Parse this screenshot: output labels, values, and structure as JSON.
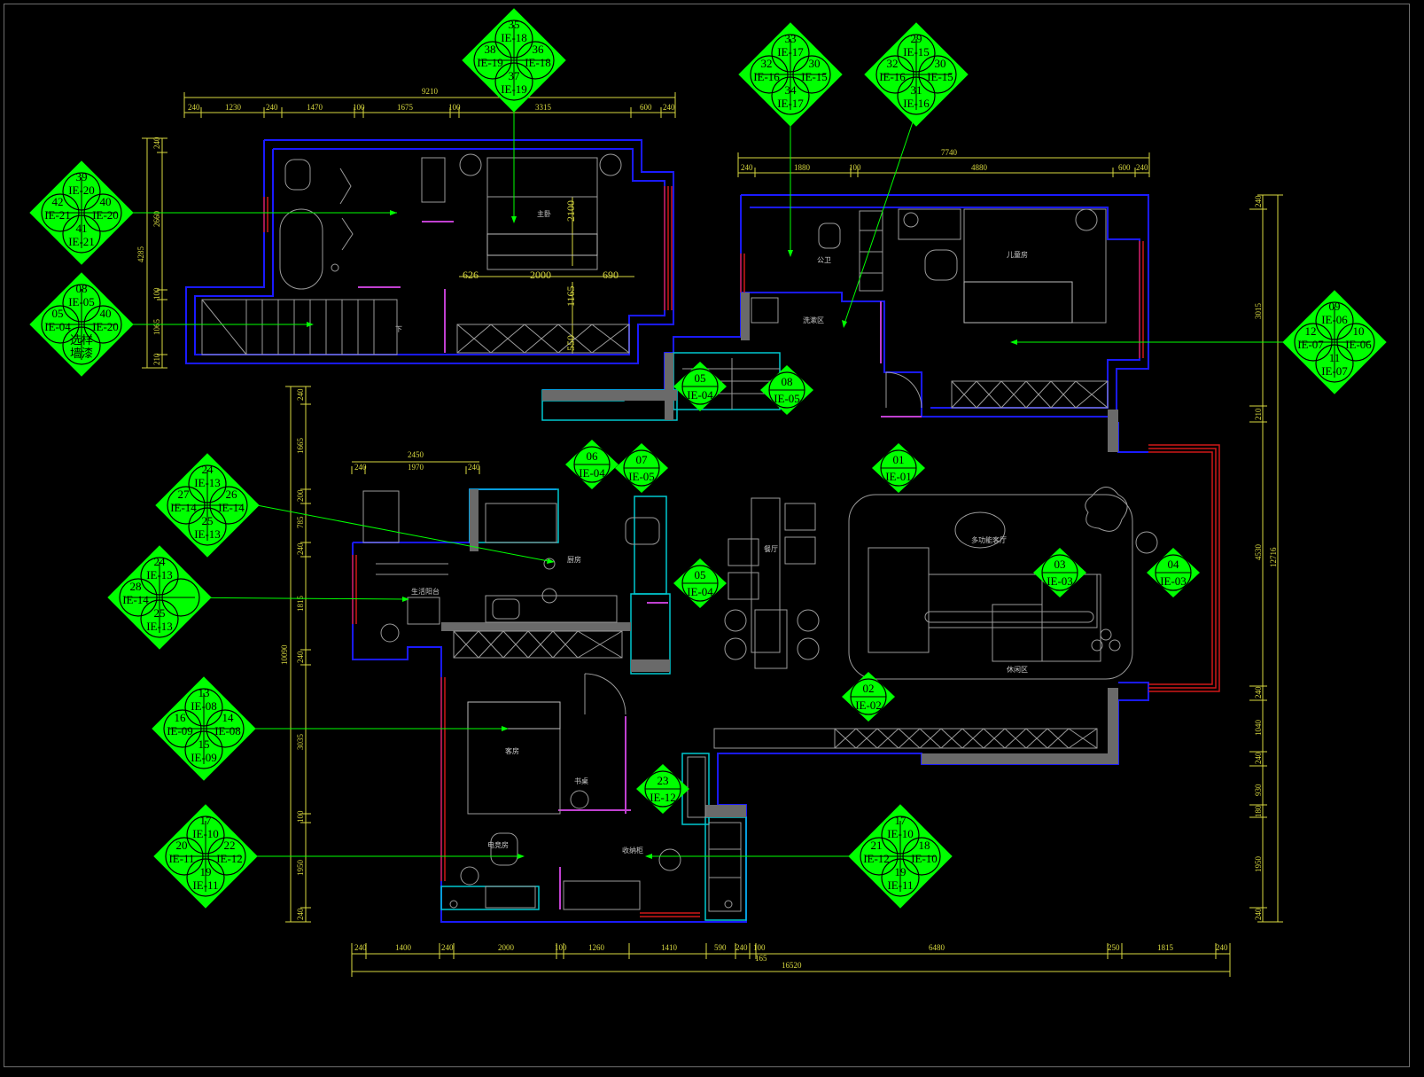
{
  "colors": {
    "background": "#000000",
    "wall_blue": "#1a1aff",
    "cyan": "#00c8d0",
    "yellow": "#d8d840",
    "red": "#d01818",
    "green": "#00ff00",
    "magenta": "#c040d0",
    "grey": "#9a9a9a"
  },
  "dimensions": {
    "top_left_total": "9210",
    "top_left_segments": [
      "240",
      "1230",
      "240",
      "1470",
      "100",
      "1675",
      "100",
      "3315",
      "600",
      "240"
    ],
    "top_left_left_side": [
      "240",
      "2660",
      "4285",
      "100",
      "1065",
      "210"
    ],
    "master_bed": [
      "2100",
      "626",
      "2000",
      "690",
      "1165",
      "550"
    ],
    "top_right_total": "7740",
    "top_right_segments": [
      "240",
      "1880",
      "100",
      "4880",
      "600",
      "240"
    ],
    "right_side": [
      "240",
      "3015",
      "210",
      "4530",
      "12716",
      "240",
      "1040",
      "240",
      "930",
      "180",
      "1950",
      "240"
    ],
    "kitchen_top_total": "2450",
    "kitchen_top_segments": [
      "240",
      "1970",
      "240"
    ],
    "left_side": [
      "240",
      "1665",
      "200",
      "785",
      "240",
      "1815",
      "10090",
      "240",
      "3035",
      "100",
      "1950",
      "240"
    ],
    "bottom_segments": [
      "240",
      "1400",
      "240",
      "2000",
      "100",
      "1260",
      "1410",
      "590",
      "240",
      "100",
      "6480",
      "250",
      "1815",
      "240"
    ],
    "bottom_sub": "165",
    "bottom_total": "16520"
  },
  "rooms": {
    "master_bedroom": "主卧",
    "bath_note": "下",
    "kids_room": "儿童房",
    "public_bath": "公卫",
    "wash_area": "洗漱区",
    "kitchen": "厨房",
    "dining": "餐厅",
    "balcony": "生活阳台",
    "living": "多功能客厅",
    "leisure": "休闲区",
    "guest_room": "客房",
    "study": "电竞房",
    "storage": "收纳柜",
    "cabinet": "书桌"
  },
  "index_symbols": [
    {
      "id": "s1",
      "top_num": "35",
      "top_code": "IE-18",
      "left_num": "38",
      "left_code": "IE-19",
      "right_num": "36",
      "right_code": "IE-18",
      "bottom_num": "37",
      "bottom_code": "IE-19"
    },
    {
      "id": "s2",
      "top_num": "33",
      "top_code": "IE-17",
      "left_num": "32",
      "left_code": "IE-16",
      "right_num": "30",
      "right_code": "IE-15",
      "bottom_num": "34",
      "bottom_code": "IE-17"
    },
    {
      "id": "s3",
      "top_num": "29",
      "top_code": "IE-15",
      "left_num": "32",
      "left_code": "IE-16",
      "right_num": "30",
      "right_code": "IE-15",
      "bottom_num": "31",
      "bottom_code": "IE-16"
    },
    {
      "id": "s4",
      "top_num": "39",
      "top_code": "IE-20",
      "left_num": "42",
      "left_code": "IE-21",
      "right_num": "40",
      "right_code": "IE-20",
      "bottom_num": "41",
      "bottom_code": "IE-21"
    },
    {
      "id": "s5",
      "top_num": "08",
      "top_code": "IE-05",
      "left_num": "05",
      "left_code": "IE-04",
      "right_num": "40",
      "right_code": "IE-20",
      "bottom_num": "选样",
      "bottom_code": "墙漆"
    },
    {
      "id": "s6",
      "top_num": "09",
      "top_code": "IE-06",
      "left_num": "12",
      "left_code": "IE-07",
      "right_num": "10",
      "right_code": "IE-06",
      "bottom_num": "11",
      "bottom_code": "IE-07"
    },
    {
      "id": "s7",
      "top_num": "24",
      "top_code": "IE-13",
      "left_num": "27",
      "left_code": "IE-14",
      "right_num": "26",
      "right_code": "IE-14",
      "bottom_num": "25",
      "bottom_code": "IE-13"
    },
    {
      "id": "s8",
      "top_num": "24",
      "top_code": "IE-13",
      "left_num": "28",
      "left_code": "IE-14",
      "right_num": "",
      "right_code": "",
      "bottom_num": "25",
      "bottom_code": "IE-13"
    },
    {
      "id": "s9",
      "top_num": "13",
      "top_code": "IE-08",
      "left_num": "16",
      "left_code": "IE-09",
      "right_num": "14",
      "right_code": "IE-08",
      "bottom_num": "15",
      "bottom_code": "IE-09"
    },
    {
      "id": "s10",
      "top_num": "17",
      "top_code": "IE-10",
      "left_num": "20",
      "left_code": "IE-11",
      "right_num": "22",
      "right_code": "IE-12",
      "bottom_num": "19",
      "bottom_code": "IE-11"
    },
    {
      "id": "s11",
      "top_num": "17",
      "top_code": "IE-10",
      "left_num": "21",
      "left_code": "IE-12",
      "right_num": "18",
      "right_code": "IE-10",
      "bottom_num": "19",
      "bottom_code": "IE-11"
    }
  ],
  "single_symbols": [
    {
      "id": "d1",
      "num": "05",
      "code": "IE-04"
    },
    {
      "id": "d2",
      "num": "08",
      "code": "IE-05"
    },
    {
      "id": "d3",
      "num": "06",
      "code": "IE-04"
    },
    {
      "id": "d4",
      "num": "07",
      "code": "IE-05"
    },
    {
      "id": "d5",
      "num": "01",
      "code": "IE-01"
    },
    {
      "id": "d6",
      "num": "05",
      "code": "IE-04"
    },
    {
      "id": "d7",
      "num": "03",
      "code": "IE-03"
    },
    {
      "id": "d8",
      "num": "04",
      "code": "IE-03"
    },
    {
      "id": "d9",
      "num": "02",
      "code": "IE-02"
    },
    {
      "id": "d10",
      "num": "23",
      "code": "IE-12"
    }
  ]
}
